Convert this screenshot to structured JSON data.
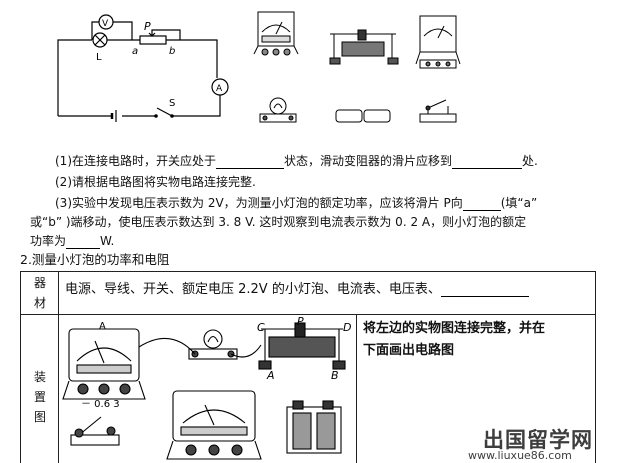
{
  "top_circuit": {
    "labels": {
      "V": "V",
      "L": "L",
      "P": "P",
      "a": "a",
      "b": "b",
      "A": "A",
      "S": "S"
    }
  },
  "questions": {
    "q1_a": "(1)在连接电路时，开关应处于",
    "q1_b": "状态，滑动变阻器的滑片应移到",
    "q1_c": "处.",
    "q2": "(2)请根据电路图将实物电路连接完整.",
    "q3_line1_a": "(3)实验中发现电压表示数为 2V，为测量小灯泡的额定功率，应该将滑片 P向",
    "q3_line1_b": "(填“a”",
    "q3_line2": "或“b” )端移动，使电压表示数达到 3. 8 V. 这时观察到电流表示数为 0. 2 A，则小灯泡的额定",
    "q3_line3_a": "功率为",
    "q3_line3_b": "W."
  },
  "section_title": "2.测量小灯泡的功率和电阻",
  "table": {
    "row1_header_1": "器",
    "row1_header_2": "材",
    "row1_content": "电源、导线、开关、额定电压 2.2V 的小灯泡、电流表、电压表、",
    "row2_header_1": "装",
    "row2_header_2": "置",
    "row2_header_3": "图",
    "instruction_1": "将左边的实物图连接完整，并在",
    "instruction_2": "下面画出电路图"
  },
  "figure_labels": {
    "meter_scale": "－ 0.6  3",
    "meter_needle_label": "A",
    "rheostat": {
      "C": "C",
      "P": "P",
      "D": "D",
      "A": "A",
      "B": "B"
    }
  },
  "watermark": {
    "cn": "出国留学网",
    "url": "www.liuxue86.com"
  }
}
